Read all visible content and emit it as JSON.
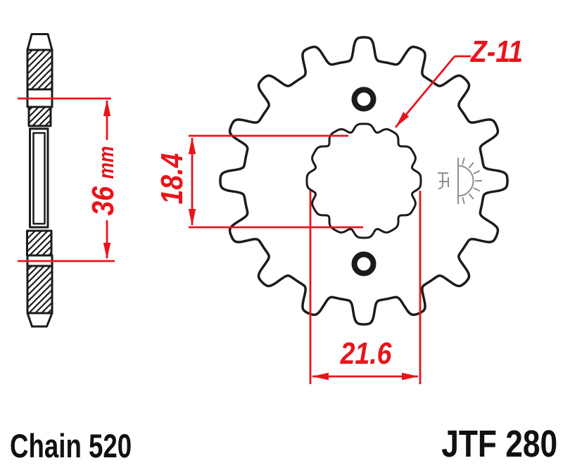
{
  "title_block": {
    "chain_label": "Chain 520",
    "part_number": "JTF 280"
  },
  "dimensions": {
    "hub_width": {
      "value": "36",
      "unit": "mm"
    },
    "spline_inner": "18.4",
    "spline_outer": "21.6",
    "spline_count_label": "Z-11"
  },
  "figure": {
    "type": "front-sprocket-technical-drawing",
    "views": [
      "side-cross-section",
      "front-view"
    ],
    "drawn_teeth": 16,
    "spline_notches": 12,
    "logo_icon": "jt-half-sprocket-logo",
    "colors": {
      "dimension_red": "#e8141b",
      "outline_black": "#1b1b1b",
      "logo_gray": "#8f8f8f",
      "background": "#ffffff"
    }
  }
}
